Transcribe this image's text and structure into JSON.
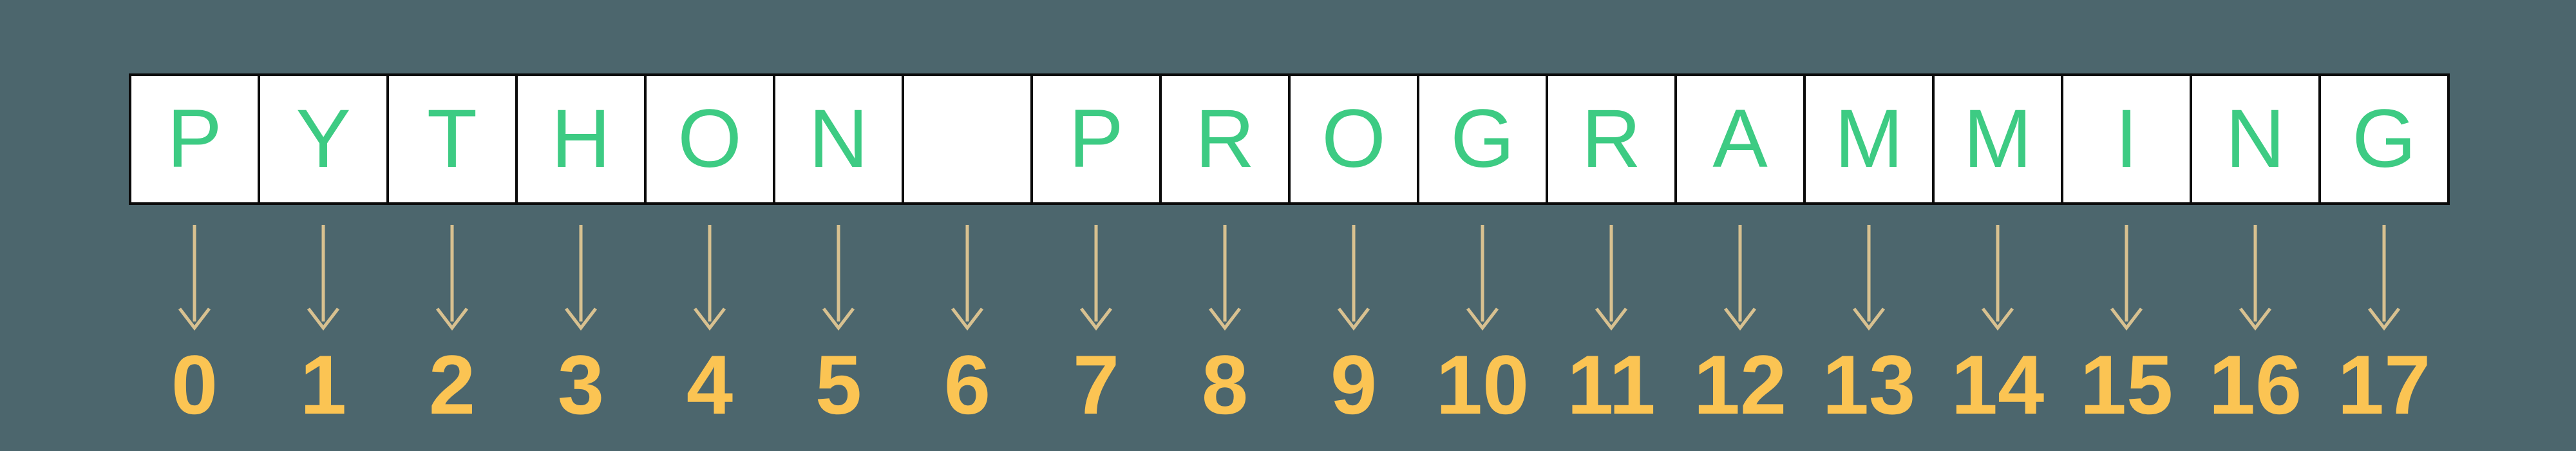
{
  "diagram": {
    "string": "PYTHON PROGRAMMING",
    "cells": [
      {
        "char": "P",
        "index": "0"
      },
      {
        "char": "Y",
        "index": "1"
      },
      {
        "char": "T",
        "index": "2"
      },
      {
        "char": "H",
        "index": "3"
      },
      {
        "char": "O",
        "index": "4"
      },
      {
        "char": "N",
        "index": "5"
      },
      {
        "char": " ",
        "index": "6"
      },
      {
        "char": "P",
        "index": "7"
      },
      {
        "char": "R",
        "index": "8"
      },
      {
        "char": "O",
        "index": "9"
      },
      {
        "char": "G",
        "index": "10"
      },
      {
        "char": "R",
        "index": "11"
      },
      {
        "char": "A",
        "index": "12"
      },
      {
        "char": "M",
        "index": "13"
      },
      {
        "char": "M",
        "index": "14"
      },
      {
        "char": "I",
        "index": "15"
      },
      {
        "char": "N",
        "index": "16"
      },
      {
        "char": "G",
        "index": "17"
      }
    ],
    "colors": {
      "background": "#4c666d",
      "cell_fill": "#ffffff",
      "cell_border": "#0b0b0b",
      "letter": "#3dcb83",
      "arrow": "#d8c190",
      "index_number": "#fbc453"
    },
    "icons": {
      "arrow": "down-arrow-icon"
    }
  }
}
